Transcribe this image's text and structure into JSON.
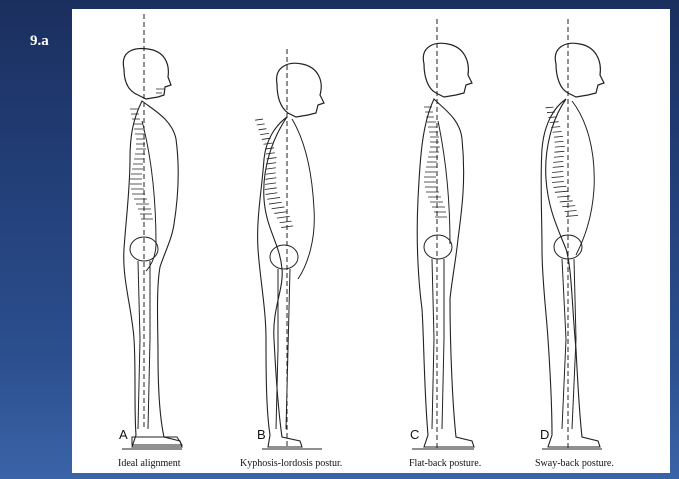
{
  "slide": {
    "number": "9.a"
  },
  "figures": [
    {
      "letter": "A",
      "caption": "Ideal alignment"
    },
    {
      "letter": "B",
      "caption": "Kyphosis-lordosis postur‍."
    },
    {
      "letter": "C",
      "caption": "Flat-back posture."
    },
    {
      "letter": "D",
      "caption": "Sway-back posture."
    }
  ],
  "colors": {
    "background": "#1e3566",
    "panel": "#ffffff",
    "ink": "#111111"
  }
}
